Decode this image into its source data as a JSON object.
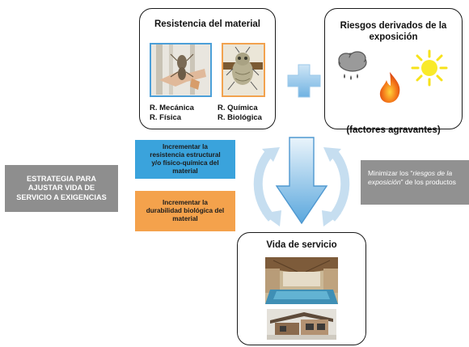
{
  "material_box": {
    "title": "Resistencia del material",
    "left_lines": [
      "R. Mecánica",
      "R. Física"
    ],
    "right_lines": [
      "R. Química",
      "R. Biológica"
    ]
  },
  "risk_box": {
    "title_lines": [
      "Riesgos derivados de la",
      "exposición"
    ],
    "footer": "(factores agravantes)"
  },
  "strategy_label_lines": [
    "ESTRATEGIA PARA",
    "AJUSTAR VIDA DE",
    "SERVICIO A EXIGENCIAS"
  ],
  "action_blue_lines": [
    "Incrementar la",
    "resistencia estructural",
    "y/o físico-química del",
    "material"
  ],
  "action_orange_lines": [
    "Incrementar la",
    "durabilidad biológica del",
    "material"
  ],
  "minimize_note": {
    "prefix": "Minimizar los “",
    "emphasis_lines": [
      "riesgos de la",
      "exposición"
    ],
    "suffix": "” de los productos"
  },
  "service_life_box": {
    "title": "Vida de servicio"
  },
  "colors": {
    "blue": "#3aa3dc",
    "orange": "#f4a24c",
    "grey": "#8e8e8e",
    "arrow_light": "#bcd9ef",
    "arrow_dark": "#5aa7dd"
  }
}
